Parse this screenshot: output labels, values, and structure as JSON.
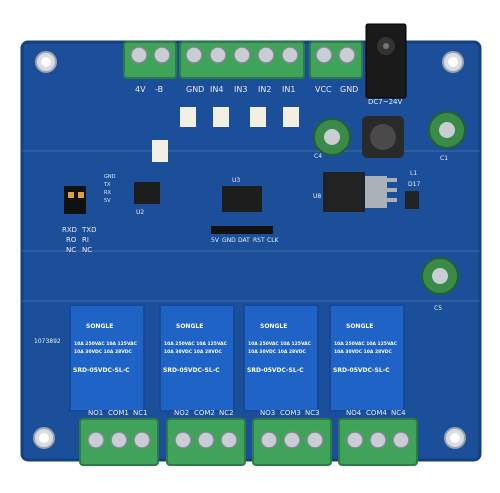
{
  "board": {
    "colors": {
      "pcb": "#1c4f99",
      "pcb_edge": "#15407e",
      "terminal": "#3fa35a",
      "relay": "#1f63c7",
      "silkscreen": "#e8eef5"
    },
    "top_terminals": {
      "power_left": [
        "4V",
        "-B"
      ],
      "inputs": [
        "GND",
        "IN4",
        "IN3",
        "IN2",
        "IN1"
      ],
      "power_right": [
        "VCC",
        "GND"
      ],
      "dc_jack_label": "DC7~24V"
    },
    "serial": {
      "labels": [
        "RXD",
        "TXD",
        "RO",
        "RI",
        "NC",
        "NC"
      ]
    },
    "header_labels": [
      "5V",
      "GND",
      "DAT",
      "RST",
      "CLK"
    ],
    "left_side_labels": [
      "GND",
      "TX",
      "RX",
      "5V"
    ],
    "chip_labels": [
      "U3",
      "U8",
      "L1",
      "D17",
      "C1",
      "C4",
      "C5",
      "U2"
    ],
    "part_code": "1073892",
    "relays": [
      {
        "brand": "SONGLE",
        "rating1": "10A 250VAC 10A 125VAC",
        "rating2": "10A 30VDC 10A 28VDC",
        "model": "SRD-05VDC-SL-C",
        "terminals": [
          "NO1",
          "COM1",
          "NC1"
        ]
      },
      {
        "brand": "SONGLE",
        "rating1": "10A 250VAC 10A 125VAC",
        "rating2": "10A 30VDC 10A 28VDC",
        "model": "SRD-05VDC-SL-C",
        "terminals": [
          "NO2",
          "COM2",
          "NC2"
        ]
      },
      {
        "brand": "SONGLE",
        "rating1": "10A 250VAC 10A 125VAC",
        "rating2": "10A 30VDC 10A 28VDC",
        "model": "SRD-05VDC-SL-C",
        "terminals": [
          "NO3",
          "COM3",
          "NC3"
        ]
      },
      {
        "brand": "SONGLE",
        "rating1": "10A 250VAC 10A 125VAC",
        "rating2": "10A 30VDC 10A 28VDC",
        "model": "SRD-05VDC-SL-C",
        "terminals": [
          "NO4",
          "COM4",
          "NC4"
        ]
      }
    ]
  }
}
